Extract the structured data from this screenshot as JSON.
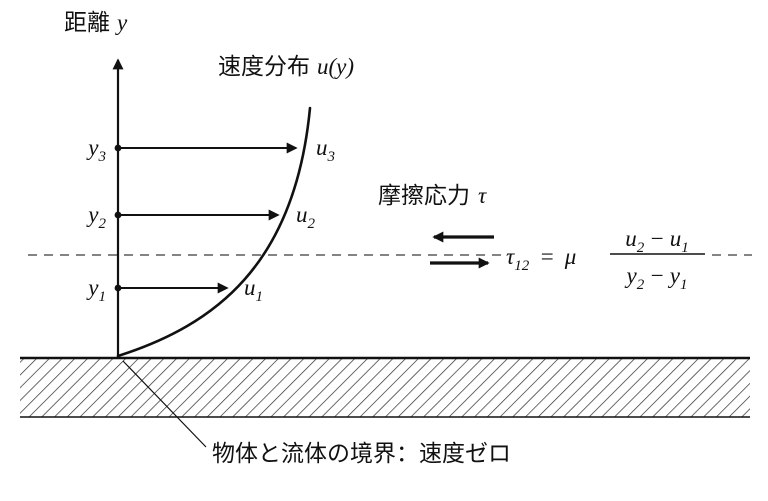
{
  "colors": {
    "ink": "#111111",
    "background": "#ffffff",
    "dashed_line": "#3a3a3a"
  },
  "labels": {
    "axis_jp": "距離",
    "axis_var": "y",
    "profile_jp": "速度分布",
    "profile_var": "u(y)",
    "y3": {
      "base": "y",
      "sub": "3"
    },
    "y2": {
      "base": "y",
      "sub": "2"
    },
    "y1": {
      "base": "y",
      "sub": "1"
    },
    "u3": {
      "base": "u",
      "sub": "3"
    },
    "u2": {
      "base": "u",
      "sub": "2"
    },
    "u1": {
      "base": "u",
      "sub": "1"
    },
    "friction_jp": "摩擦応力",
    "friction_var": "τ",
    "boundary_note": "物体と流体の境界：速度ゼロ"
  },
  "equation": {
    "lhs_base": "τ",
    "lhs_sub": "12",
    "equals": "=",
    "mu": "μ",
    "numerator": {
      "a": "u",
      "a_sub": "2",
      "minus": "−",
      "b": "u",
      "b_sub": "1"
    },
    "denominator": {
      "a": "y",
      "a_sub": "2",
      "minus": "−",
      "b": "y",
      "b_sub": "1"
    }
  }
}
